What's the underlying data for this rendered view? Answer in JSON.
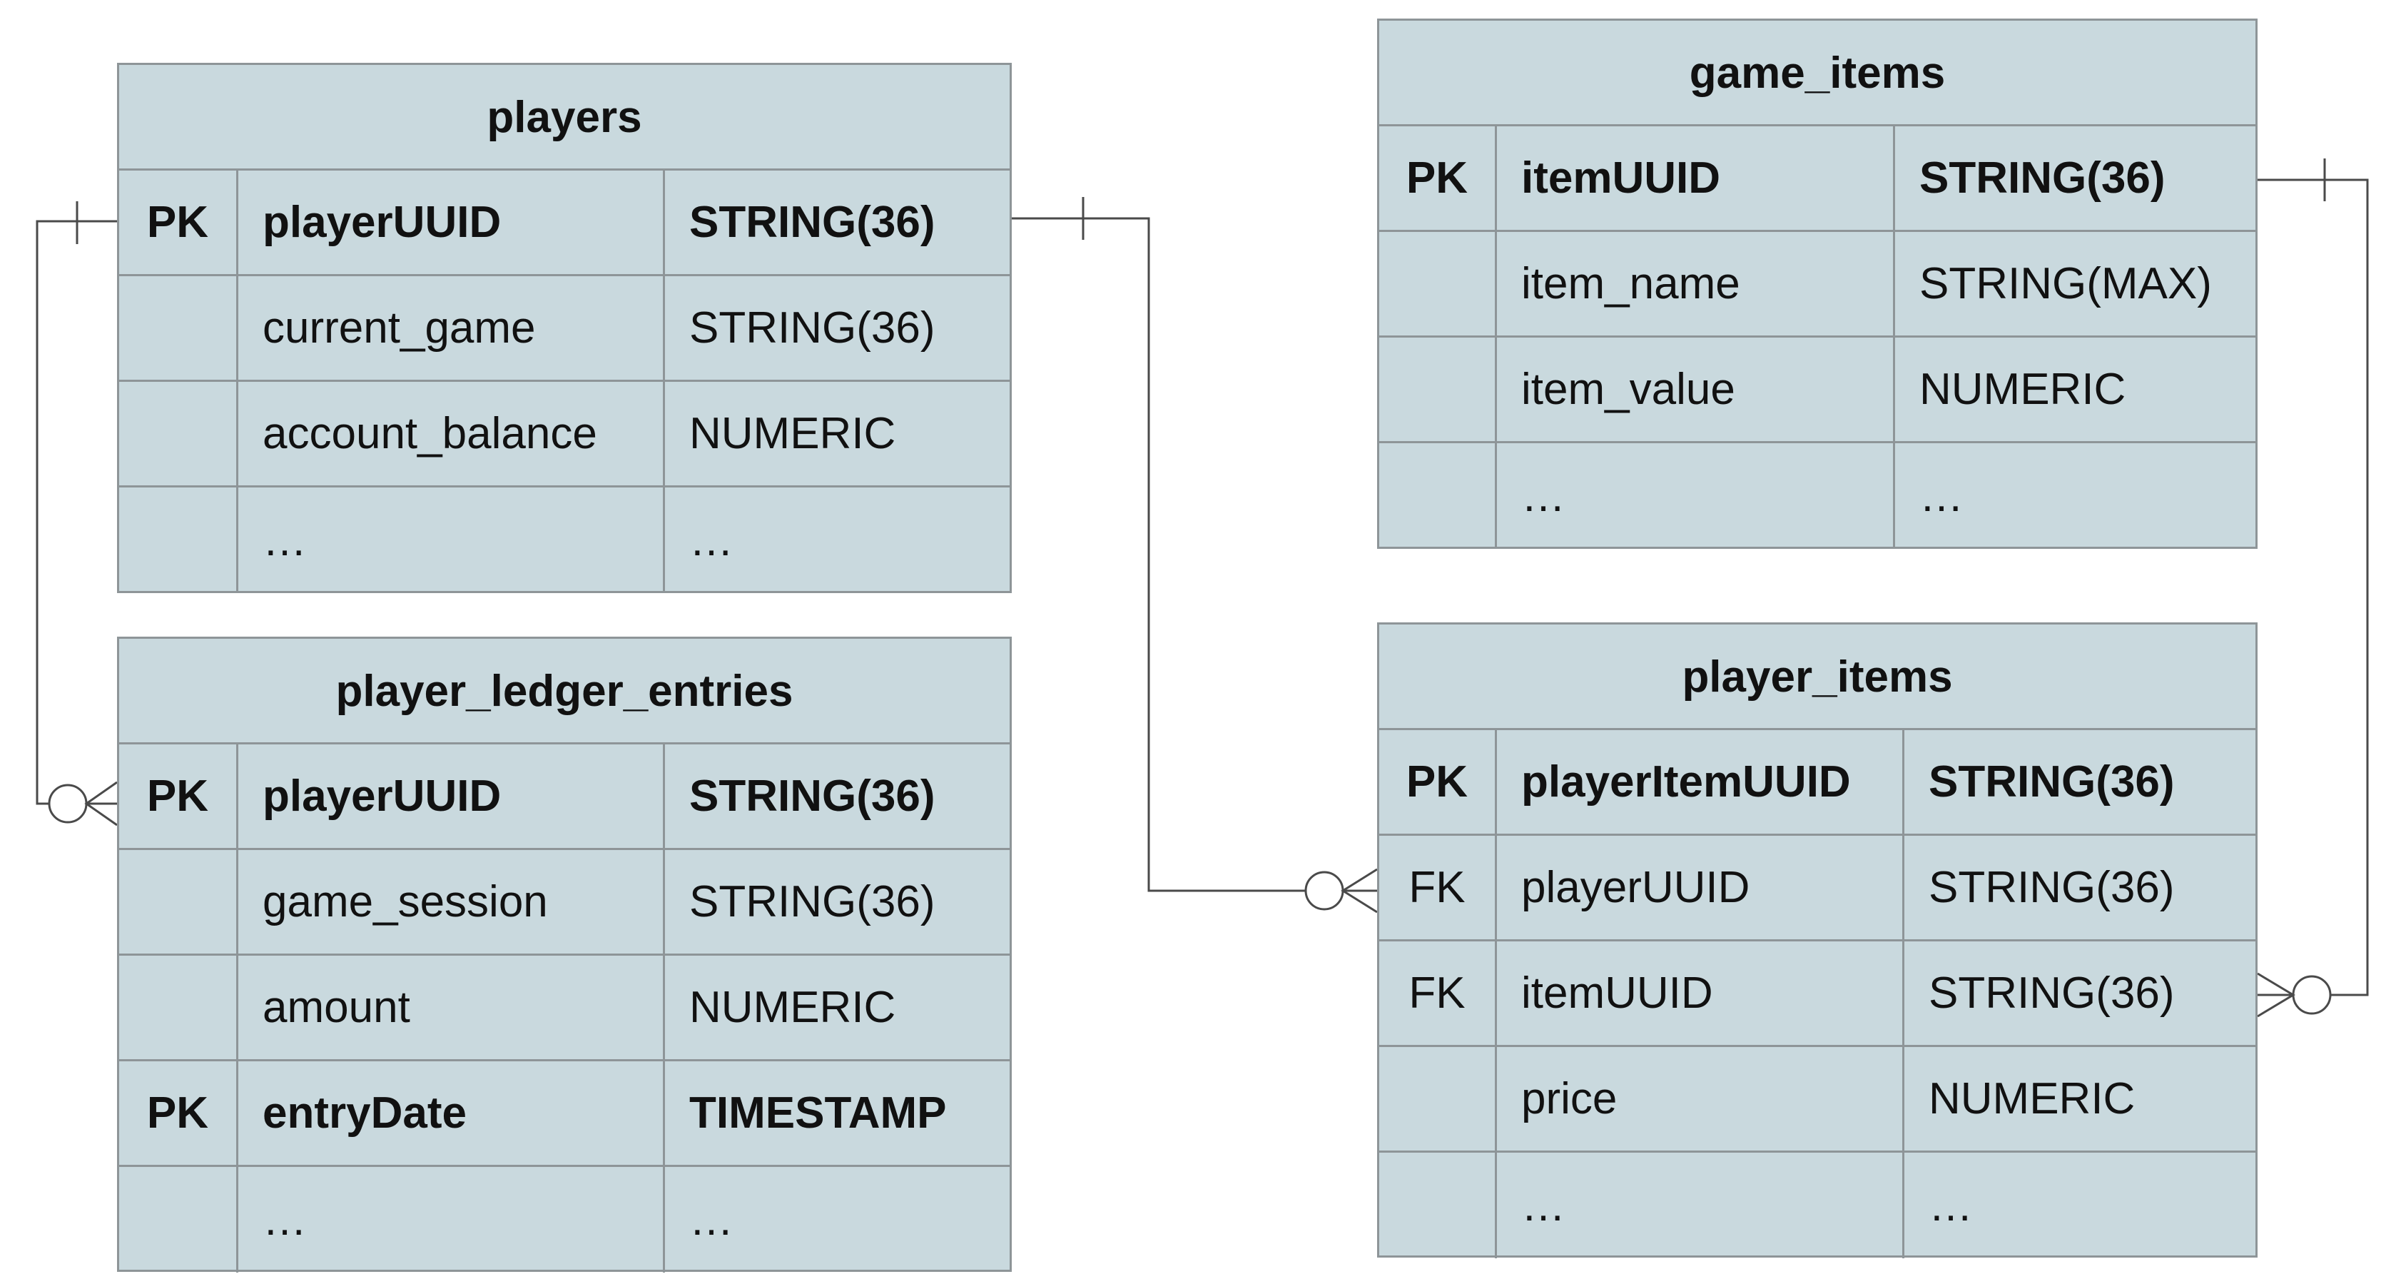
{
  "tables": {
    "players": {
      "title": "players",
      "rows": [
        {
          "key": "PK",
          "name": "playerUUID",
          "type": "STRING(36)"
        },
        {
          "key": "",
          "name": "current_game",
          "type": "STRING(36)"
        },
        {
          "key": "",
          "name": "account_balance",
          "type": "NUMERIC"
        },
        {
          "key": "",
          "name": "…",
          "type": "…"
        }
      ]
    },
    "player_ledger_entries": {
      "title": "player_ledger_entries",
      "rows": [
        {
          "key": "PK",
          "name": "playerUUID",
          "type": "STRING(36)"
        },
        {
          "key": "",
          "name": "game_session",
          "type": "STRING(36)"
        },
        {
          "key": "",
          "name": "amount",
          "type": "NUMERIC"
        },
        {
          "key": "PK",
          "name": "entryDate",
          "type": "TIMESTAMP"
        },
        {
          "key": "",
          "name": "…",
          "type": "…"
        }
      ]
    },
    "game_items": {
      "title": "game_items",
      "rows": [
        {
          "key": "PK",
          "name": "itemUUID",
          "type": "STRING(36)"
        },
        {
          "key": "",
          "name": "item_name",
          "type": "STRING(MAX)"
        },
        {
          "key": "",
          "name": "item_value",
          "type": "NUMERIC"
        },
        {
          "key": "",
          "name": "…",
          "type": "…"
        }
      ]
    },
    "player_items": {
      "title": "player_items",
      "rows": [
        {
          "key": "PK",
          "name": "playerItemUUID",
          "type": "STRING(36)"
        },
        {
          "key": "FK",
          "name": "playerUUID",
          "type": "STRING(36)"
        },
        {
          "key": "FK",
          "name": "itemUUID",
          "type": "STRING(36)"
        },
        {
          "key": "",
          "name": "price",
          "type": "NUMERIC"
        },
        {
          "key": "",
          "name": "…",
          "type": "…"
        }
      ]
    }
  },
  "relationships": [
    {
      "from": "players.playerUUID",
      "to": "player_ledger_entries.playerUUID",
      "from_cardinality": "exactly-one",
      "to_cardinality": "zero-or-many"
    },
    {
      "from": "players.playerUUID",
      "to": "player_items.playerUUID",
      "from_cardinality": "exactly-one",
      "to_cardinality": "zero-or-many"
    },
    {
      "from": "game_items.itemUUID",
      "to": "player_items.itemUUID",
      "from_cardinality": "exactly-one",
      "to_cardinality": "zero-or-many"
    }
  ],
  "colors": {
    "table_fill": "#c9d9de",
    "table_border": "#8e9598",
    "line": "#4a4a4a",
    "text": "#111111"
  }
}
